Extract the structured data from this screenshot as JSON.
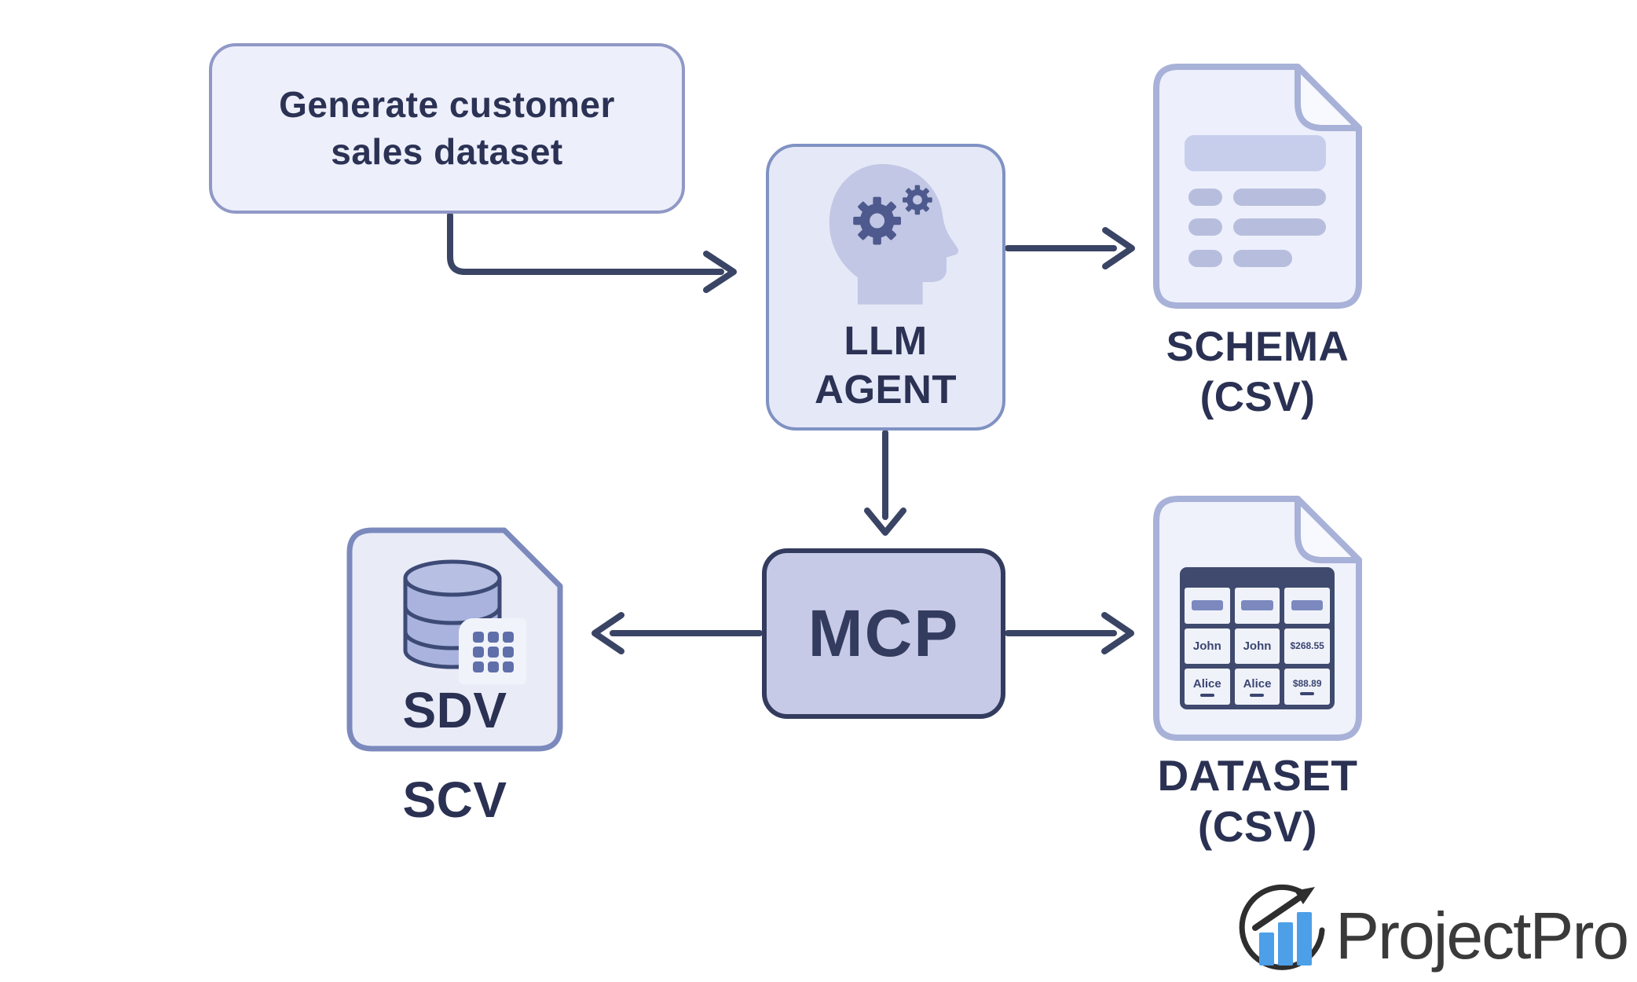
{
  "canvas": {
    "background": "#ffffff"
  },
  "colors": {
    "arrow": "#3A4464",
    "label_text": "#2A3153",
    "prompt_fill": "#EDEFFB",
    "prompt_border": "#9098C6",
    "llm_fill": "#E5E8F7",
    "llm_border": "#8092C3",
    "head_icon_fill": "#C1C7E4",
    "gear_color": "#4E598D",
    "doc_fill": "#EDEFFC",
    "doc_border": "#A8B1D7",
    "doc_bar": "#C7CEEC",
    "doc_pill": "#B7BEDD",
    "mcp_fill": "#C7CAE7",
    "mcp_border": "#333C5E",
    "sdv_fill": "#E9EBF7",
    "sdv_border": "#7B89BD",
    "db_fill": "#A9B3DD",
    "db_outline": "#3D4A76",
    "dot_color": "#5F6FA9",
    "table_dark": "#3F4A6E",
    "table_cell": "#F0F2FA",
    "table_bar": "#7C89BF",
    "logo_blue": "#4D9FE7",
    "logo_dark": "#2E2E2E",
    "logo_text_color": "#3A3A3A"
  },
  "nodes": {
    "prompt": {
      "line1": "Generate customer",
      "line2": "sales dataset"
    },
    "llm_agent": {
      "line1": "LLM",
      "line2": "AGENT",
      "icon": "head-gears-icon"
    },
    "schema": {
      "title": "SCHEMA",
      "subtitle": "(CSV)",
      "icon": "document-icon"
    },
    "mcp": {
      "label": "MCP"
    },
    "sdv": {
      "label": "SDV",
      "caption": "SCV",
      "icon": "database-icon"
    },
    "dataset": {
      "title": "DATASET",
      "subtitle": "(CSV)",
      "icon": "table-document-icon",
      "table": {
        "rows": [
          [
            "John",
            "John",
            "$268.55"
          ],
          [
            "Alice",
            "Alice",
            "$88.89"
          ]
        ]
      }
    }
  },
  "edges": [
    {
      "from": "prompt",
      "to": "llm_agent"
    },
    {
      "from": "llm_agent",
      "to": "schema"
    },
    {
      "from": "llm_agent",
      "to": "mcp"
    },
    {
      "from": "mcp",
      "to": "sdv"
    },
    {
      "from": "mcp",
      "to": "dataset"
    }
  ],
  "logo": {
    "text": "ProjectPro",
    "icon": "growth-chart-circle-icon"
  }
}
